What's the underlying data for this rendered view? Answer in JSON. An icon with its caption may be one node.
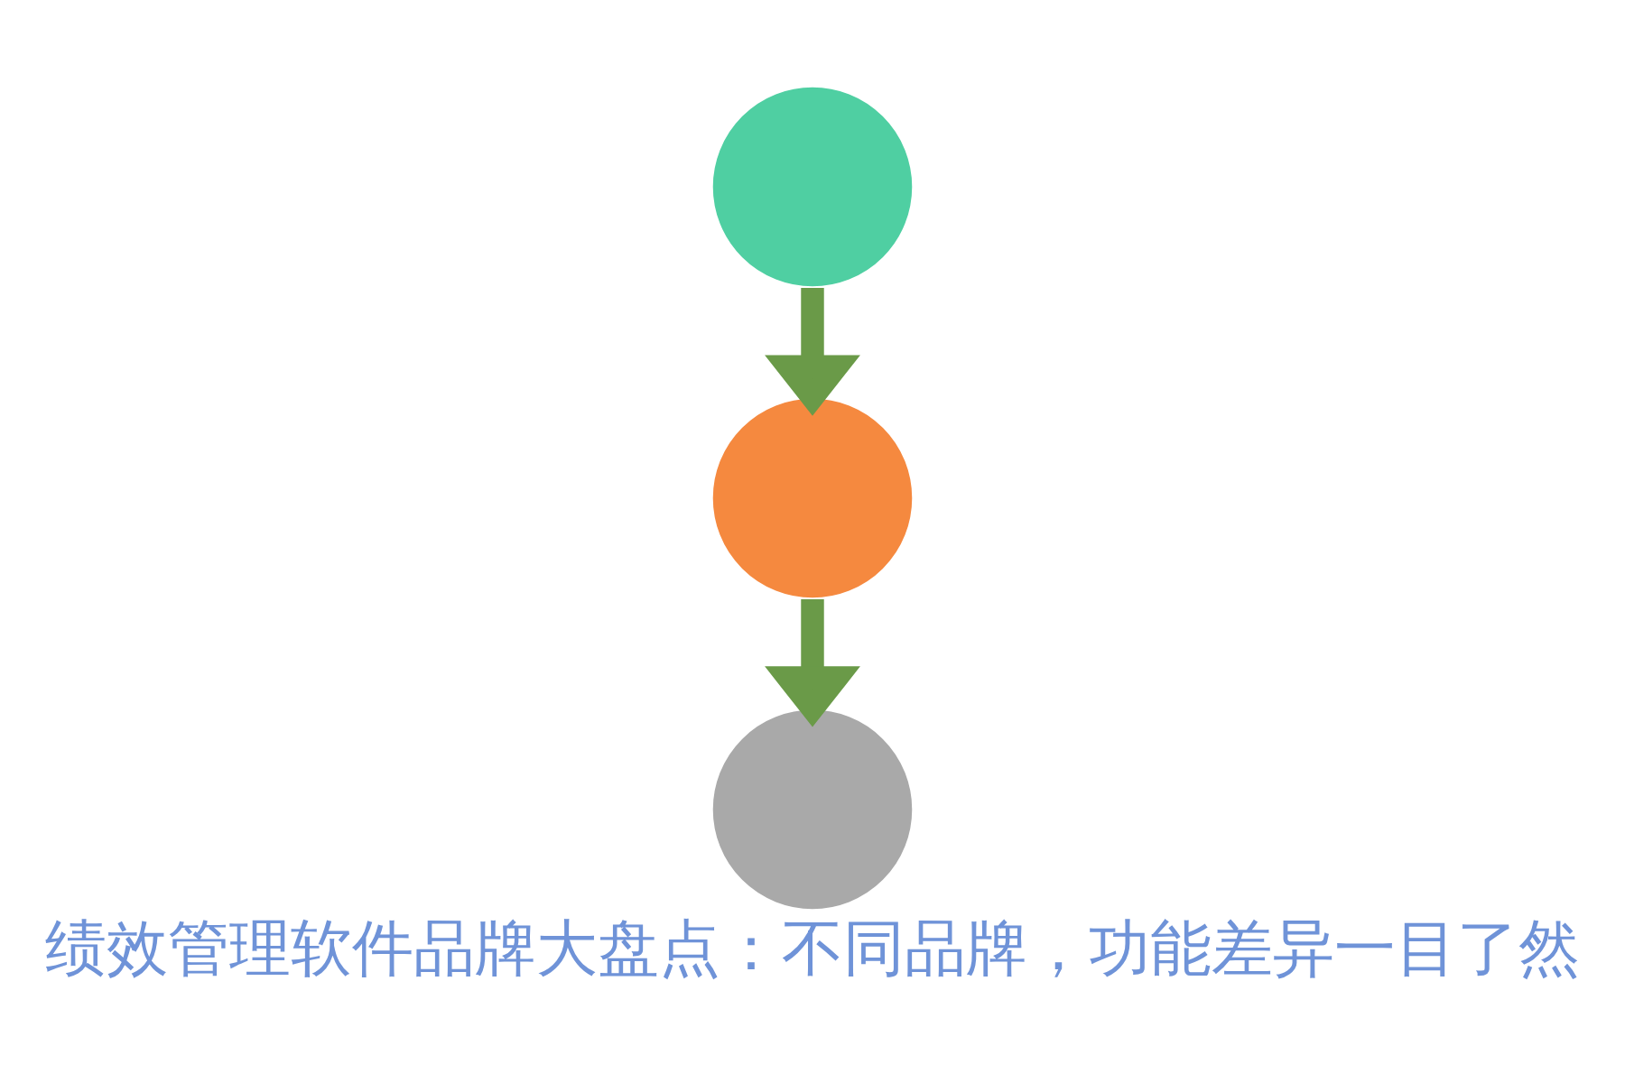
{
  "diagram": {
    "caption": "绩效管理软件品牌大盘点：不同品牌，功能差异一目了然",
    "nodes": [
      {
        "text": [],
        "shape": "circle"
      },
      {
        "text": [],
        "shape": "circle"
      },
      {
        "text": [],
        "shape": "circle"
      }
    ],
    "edges": [
      {
        "from": 0,
        "to": 1,
        "arrow": "to"
      },
      {
        "from": 1,
        "to": 2,
        "arrow": "to"
      }
    ]
  }
}
